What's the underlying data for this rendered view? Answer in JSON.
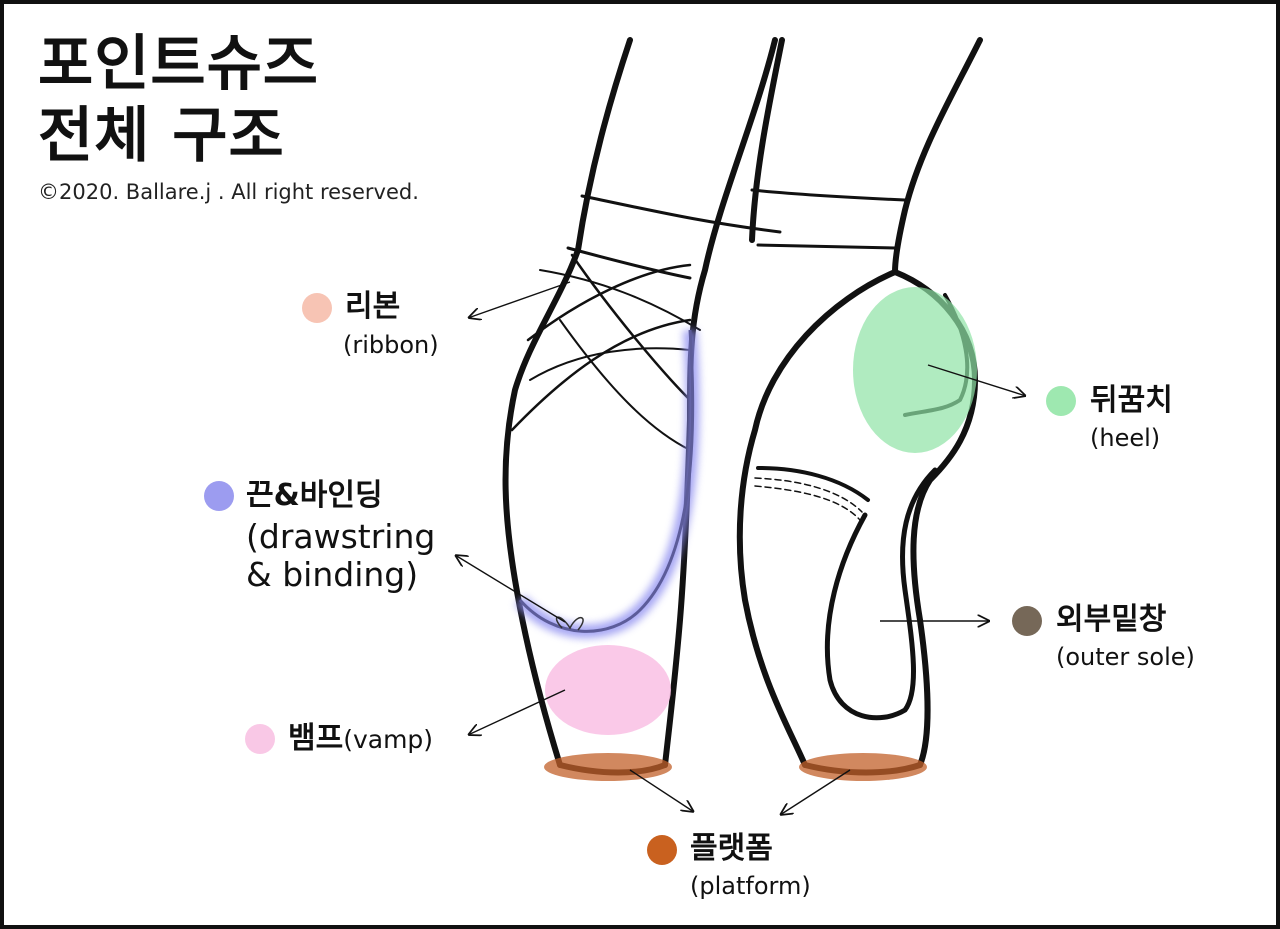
{
  "title": {
    "line1": "포인트슈즈",
    "line2": "전체 구조"
  },
  "copyright": "©2020. Ballare.j . All right reserved.",
  "parts": {
    "ribbon": {
      "label": "리본",
      "sub": "(ribbon)",
      "color": "#f7c4b4"
    },
    "drawstring": {
      "label": "끈&바인딩",
      "sub1": "(drawstring",
      "sub2": "& binding)",
      "color": "#9c9cf0"
    },
    "vamp": {
      "label": "뱀프",
      "sub": "(vamp)",
      "color": "#f9c8e6"
    },
    "heel": {
      "label": "뒤꿈치",
      "sub": "(heel)",
      "color": "#9ee8b0"
    },
    "outer_sole": {
      "label": "외부밑창",
      "sub": "(outer sole)",
      "color": "#766858"
    },
    "platform": {
      "label": "플랫폼",
      "sub": "(platform)",
      "color": "#c9611f"
    }
  }
}
